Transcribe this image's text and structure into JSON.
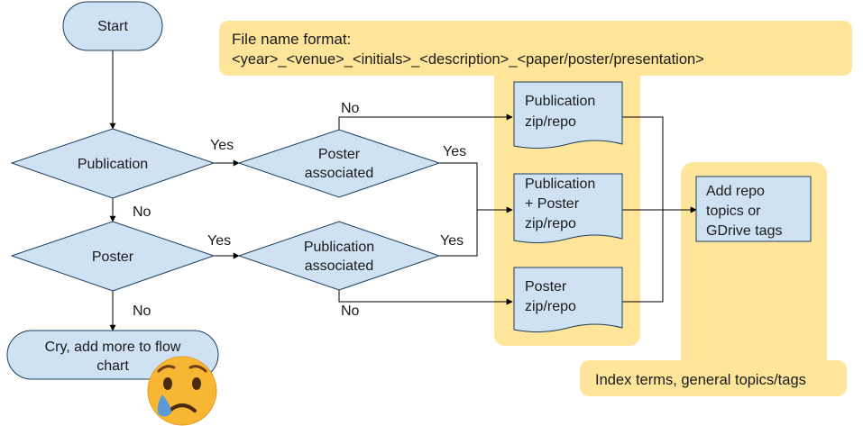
{
  "nodes": {
    "start": "Start",
    "publication": "Publication",
    "poster": "Poster",
    "poster_associated": [
      "Poster",
      "associated"
    ],
    "publication_associated": [
      "Publication",
      "associated"
    ],
    "cry": [
      "Cry, add more to flow",
      "chart"
    ],
    "pub_zip": [
      "Publication",
      "zip/repo"
    ],
    "pub_poster_zip": [
      "Publication",
      "+ Poster",
      "zip/repo"
    ],
    "poster_zip": [
      "Poster",
      "zip/repo"
    ],
    "add_repo": [
      "Add repo",
      "topics or",
      "GDrive tags"
    ]
  },
  "edges": {
    "pub_yes": "Yes",
    "pub_no": "No",
    "poster_yes": "Yes",
    "poster_no": "No",
    "poster_assoc_no": "No",
    "poster_assoc_yes": "Yes",
    "pub_assoc_yes": "Yes",
    "pub_assoc_no": "No"
  },
  "notes": {
    "filename_title": "File name format:",
    "filename_pattern": "<year>_<venue>_<initials>_<description>_<paper/poster/presentation>",
    "index_terms": "Index terms, general topics/tags"
  },
  "emoji": "crying-face",
  "colors": {
    "shape_fill": "#cfe2f3",
    "shape_stroke": "#1c3f5e",
    "highlight": "#ffe599",
    "line": "#000000",
    "emoji_face": "#f7b733",
    "emoji_tear": "#5b9bd5"
  }
}
